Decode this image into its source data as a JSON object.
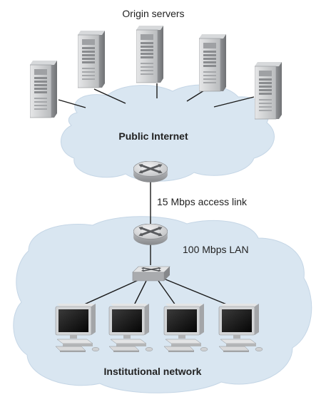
{
  "labels": {
    "origin_servers": "Origin servers",
    "public_internet": "Public Internet",
    "access_link": "15 Mbps access link",
    "lan": "100 Mbps LAN",
    "institutional_network": "Institutional network"
  },
  "colors": {
    "cloud": "#d9e6f1",
    "cloud_outline": "#c5d6e6",
    "link": "#1a1a1a",
    "router_body": "#a9abae",
    "router_top": "#dcdddf",
    "server_body": "#c9cbcd",
    "monitor_bezel": "#d3d5d7",
    "monitor_screen": "#141414"
  },
  "icons": {
    "server": "server-tower-icon",
    "router": "router-icon",
    "switch": "switch-icon",
    "workstation": "desktop-computer-icon"
  }
}
